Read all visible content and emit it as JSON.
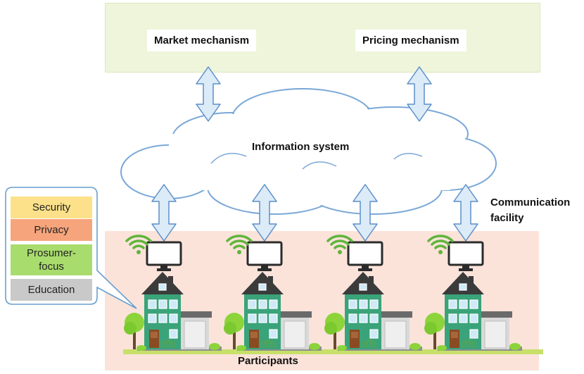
{
  "mechanisms": {
    "market": "Market mechanism",
    "pricing": "Pricing mechanism"
  },
  "information_system": "Information system",
  "communication_facility": [
    "Communication",
    "facility"
  ],
  "participants": "Participants",
  "features": [
    "Security",
    "Privacy",
    "Prosumer-\nfocus",
    "Education"
  ],
  "colors": {
    "market_panel": "#eef5db",
    "participants_panel": "#fbe3da",
    "cloud_fill": "#ffffff",
    "cloud_stroke": "#7aa8d8",
    "arrow_fill": "#dcebf8",
    "house_green": "#3aa37a",
    "roof": "#3b3b3b",
    "wifi": "#5fb53b",
    "security": "#fde18a",
    "privacy": "#f6a47c",
    "prosumer_focus": "#a8dc6c",
    "education": "#c9c9c9"
  }
}
